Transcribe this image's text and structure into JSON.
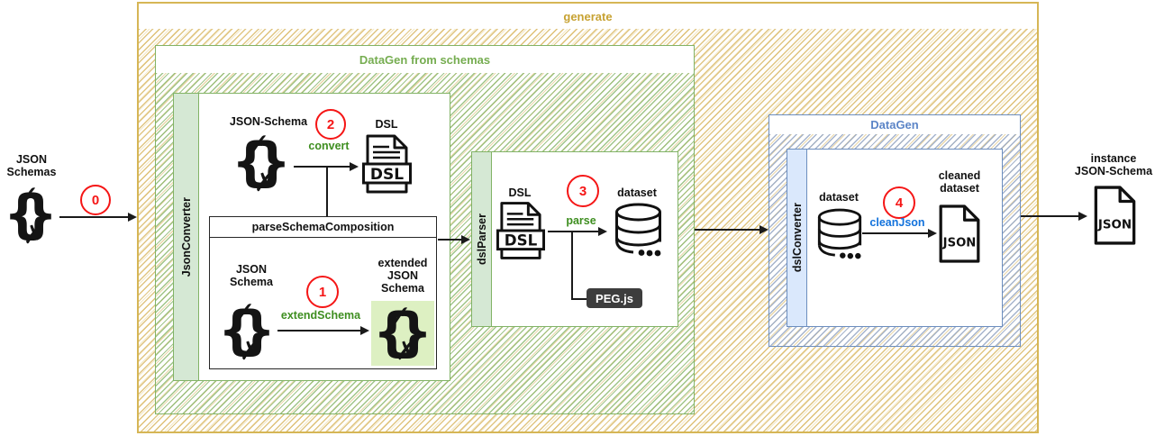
{
  "icons": {
    "schema_open": "{",
    "schema_close": "}",
    "schema_check": "✓",
    "schema_cross": "✗"
  },
  "input": {
    "label": [
      "JSON",
      "Schemas"
    ],
    "step": "0"
  },
  "generate": {
    "title": "generate"
  },
  "datagen_from_schemas": {
    "title": "DataGen from schemas"
  },
  "json_converter": {
    "label": "JsonConverter",
    "convert_flow": {
      "source_label": "JSON-Schema",
      "step": "2",
      "action": "convert",
      "target_label": "DSL",
      "target_file_text": "DSL"
    },
    "parse_schema_composition": {
      "title": "parseSchemaComposition",
      "extend_flow": {
        "source_label": [
          "JSON",
          "Schema"
        ],
        "step": "1",
        "action": "extendSchema",
        "target_label": [
          "extended",
          "JSON",
          "Schema"
        ]
      }
    }
  },
  "dsl_parser": {
    "label": "dslParser",
    "parse_flow": {
      "source_label": "DSL",
      "source_file_text": "DSL",
      "step": "3",
      "action": "parse",
      "target_label": "dataset"
    },
    "badge": "PEG.js"
  },
  "datagen": {
    "title": "DataGen",
    "label": "dslConverter",
    "clean_flow": {
      "source_label": "dataset",
      "step": "4",
      "action": "cleanJson",
      "target_label": [
        "cleaned",
        "dataset"
      ],
      "target_file_text": "JSON"
    }
  },
  "output": {
    "label": [
      "instance",
      "JSON-Schema"
    ],
    "file_text": "JSON"
  },
  "colors": {
    "generate_border": "#d6b656",
    "generate_text": "#c7a232",
    "green_border": "#82b366",
    "green_text": "#76ad51",
    "green_fill": "#d5e8d4",
    "blue_border": "#6c8ebf",
    "blue_text": "#5c85c7",
    "blue_fill": "#dae8fc",
    "action_green": "#3e8e20",
    "action_blue": "#1272dc",
    "step_red": "#f51616",
    "extended_highlight": "#ddf0c2",
    "badge_bg": "#3d3d3d"
  }
}
